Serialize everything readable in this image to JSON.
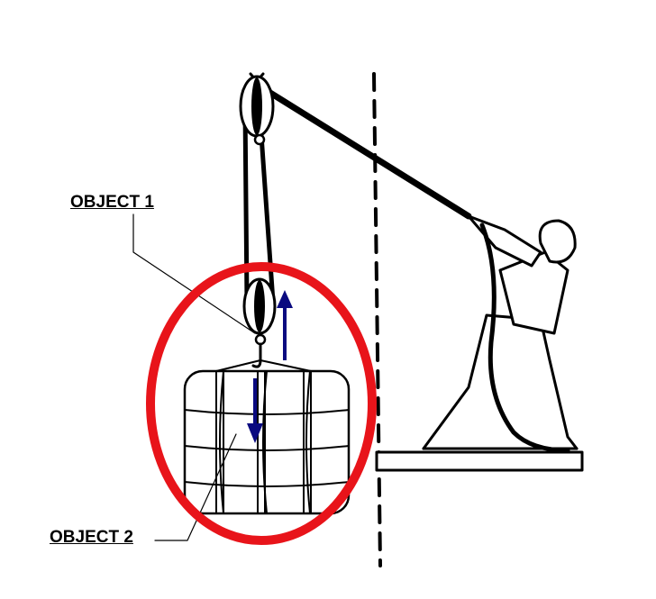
{
  "labels": {
    "object1": "OBJECT 1",
    "object2": "OBJECT 2"
  },
  "colors": {
    "highlight": "#e8141a",
    "arrow": "#0a0a80",
    "line": "#000000"
  },
  "icons": {
    "up": "arrow-up",
    "down": "arrow-down"
  }
}
